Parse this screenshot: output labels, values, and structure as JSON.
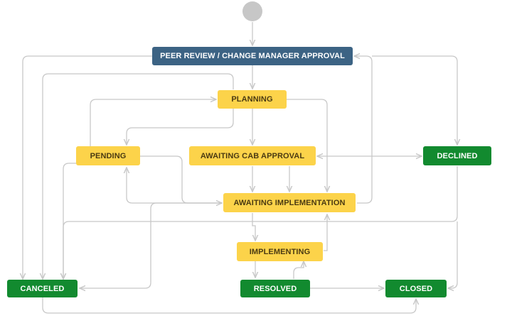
{
  "diagram": {
    "statuses": {
      "peer_review": "PEER REVIEW / CHANGE MANAGER APPROVAL",
      "planning": "PLANNING",
      "pending": "PENDING",
      "awaiting_cab": "AWAITING CAB APPROVAL",
      "declined": "DECLINED",
      "awaiting_impl": "AWAITING IMPLEMENTATION",
      "implementing": "IMPLEMENTING",
      "canceled": "CANCELED",
      "resolved": "RESOLVED",
      "closed": "CLOSED"
    },
    "colors": {
      "initial": "#3c6384",
      "in_progress": "#fcd34a",
      "done": "#128a2f",
      "start_node": "#c7c7c7",
      "transition_line": "#c8c8c8"
    }
  }
}
